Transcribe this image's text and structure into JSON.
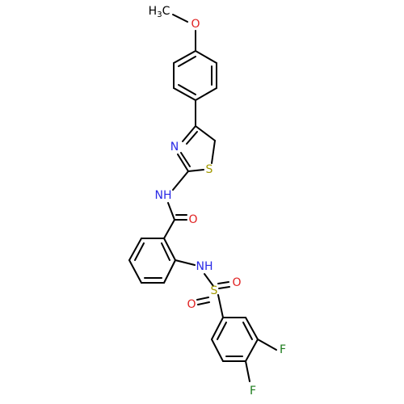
{
  "colors": {
    "carbon": "#000000",
    "nitrogen": "#2a2ae6",
    "oxygen": "#e02020",
    "sulfur": "#a29a00",
    "fluorine": "#1a7a1a",
    "background": "#ffffff"
  },
  "labels": {
    "methyl_main": "H",
    "methyl_sub": "3",
    "methyl_c": "C",
    "methoxy_o": "O",
    "thiazole_n": "N",
    "thiazole_s": "S",
    "amide_nh": "NH",
    "amide_o": "O",
    "sulfonamide_nh": "NH",
    "sulfonyl_s": "S",
    "sulfonyl_o1": "O",
    "sulfonyl_o2": "O",
    "fluoro_1": "F",
    "fluoro_2": "F"
  }
}
